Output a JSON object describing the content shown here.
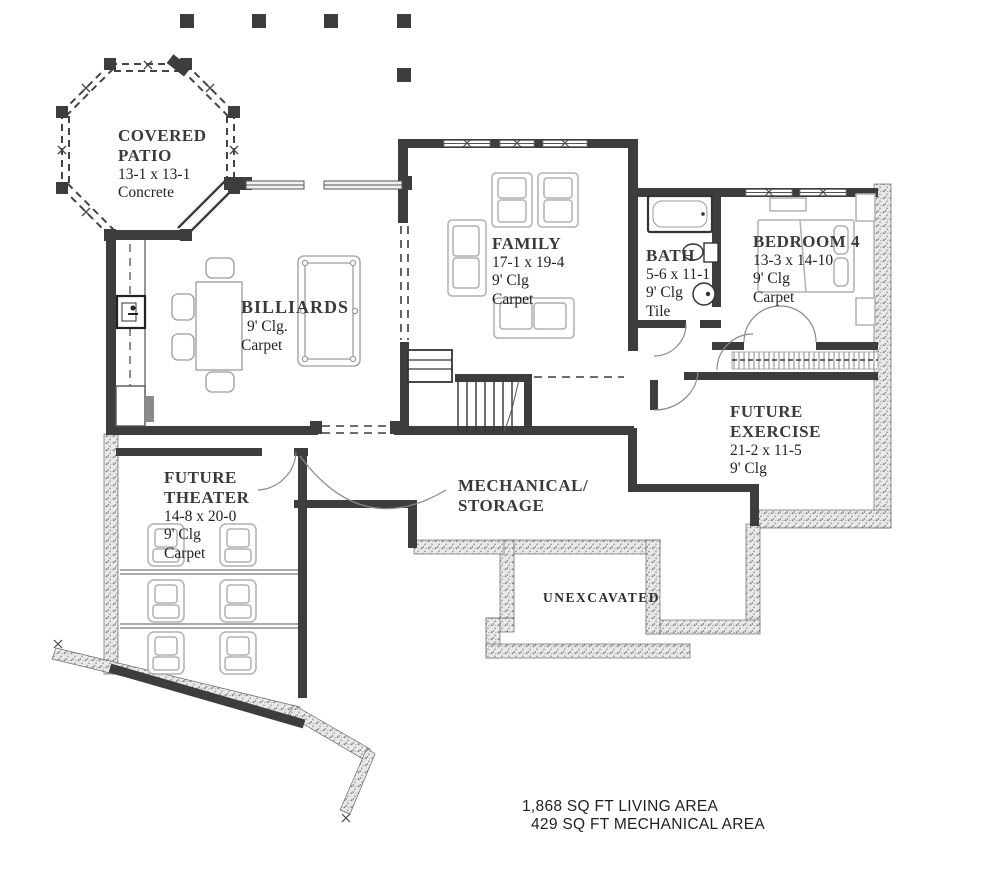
{
  "colors": {
    "wall": "#3d3d3d",
    "furniture_line": "#b0b0b0",
    "stipple_wall": "#9a9a9a",
    "text": "#333333",
    "background": "#ffffff"
  },
  "rooms": {
    "covered_patio": {
      "name_line1": "COVERED",
      "name_line2": "PATIO",
      "dims": "13-1 x 13-1",
      "floor": "Concrete"
    },
    "family": {
      "name": "FAMILY",
      "dims": "17-1 x 19-4",
      "ceiling": "9' Clg",
      "floor": "Carpet"
    },
    "bath": {
      "name": "BATH",
      "dims": "5-6 x 11-1",
      "ceiling": "9' Clg",
      "floor": "Tile"
    },
    "bedroom4": {
      "name": "BEDROOM 4",
      "dims": "13-3 x 14-10",
      "ceiling": "9' Clg",
      "floor": "Carpet"
    },
    "billiards": {
      "name": "BILLIARDS",
      "ceiling": "9' Clg.",
      "floor": "Carpet"
    },
    "future_exercise": {
      "name_line1": "FUTURE",
      "name_line2": "EXERCISE",
      "dims": "21-2 x 11-5",
      "ceiling": "9' Clg"
    },
    "future_theater": {
      "name_line1": "FUTURE",
      "name_line2": "THEATER",
      "dims": "14-8 x 20-0",
      "ceiling": "9' Clg",
      "floor": "Carpet"
    },
    "mechanical": {
      "name_line1": "MECHANICAL/",
      "name_line2": "STORAGE"
    },
    "unexcavated": {
      "name": "UNEXCAVATED"
    }
  },
  "footer": {
    "living_area": "1,868 SQ FT LIVING AREA",
    "mechanical_area": "429 SQ FT MECHANICAL AREA"
  }
}
